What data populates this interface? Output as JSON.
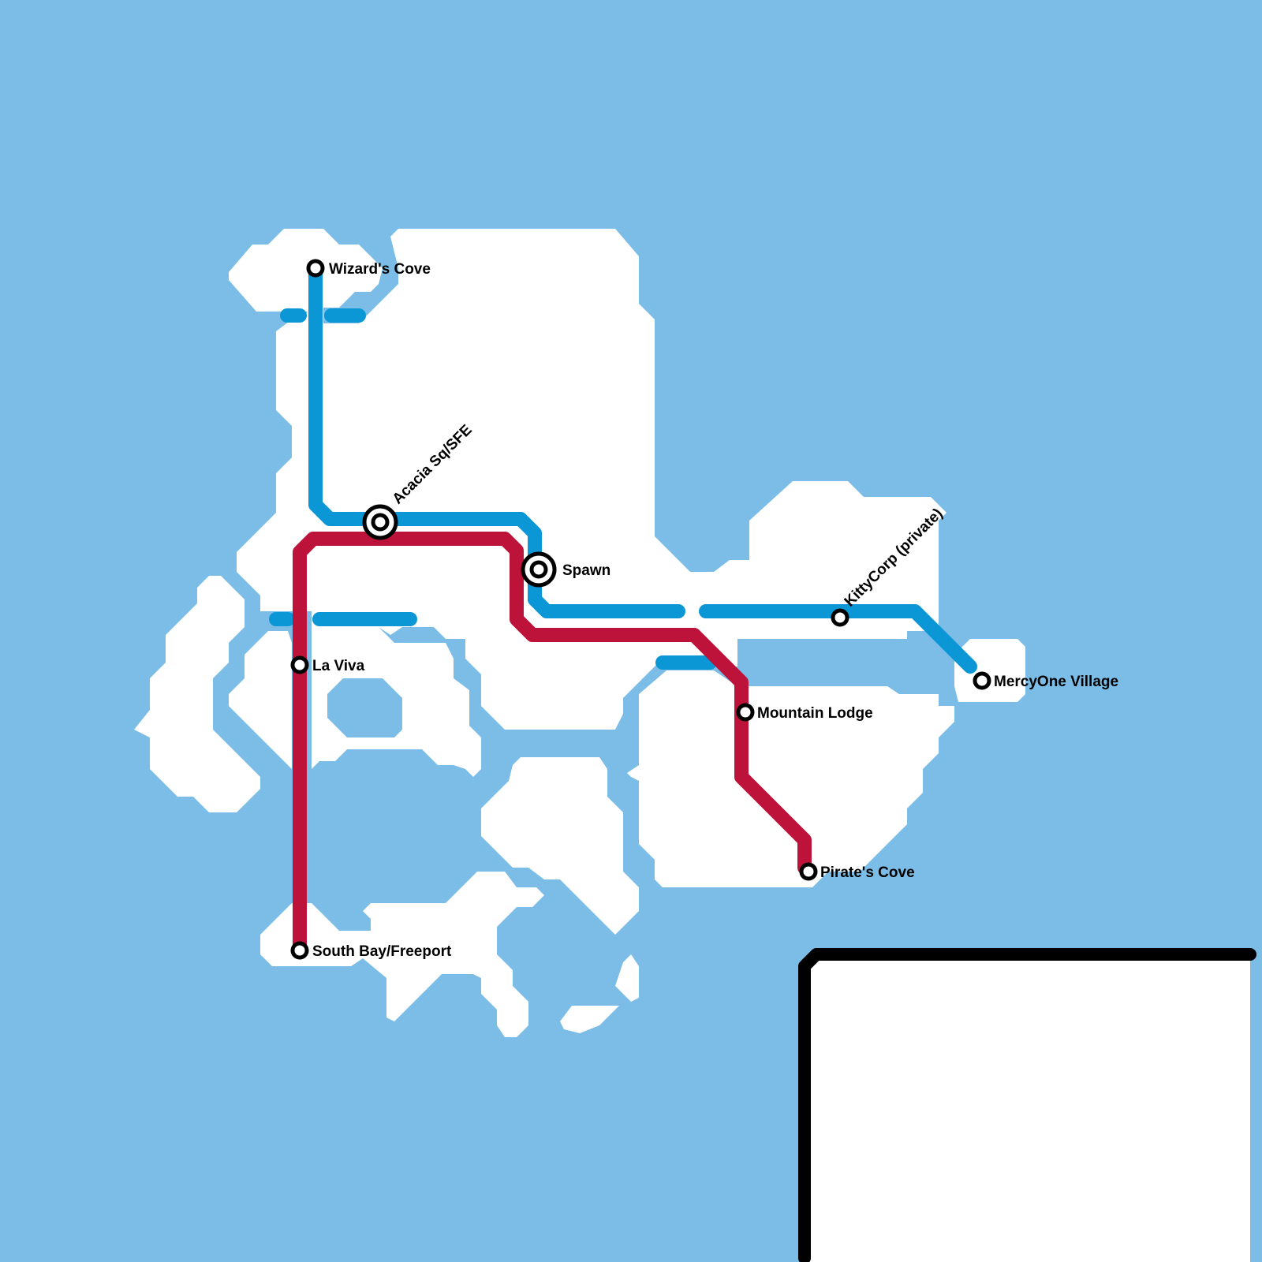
{
  "map": {
    "colors": {
      "water": "#7bbde7",
      "land": "#ffffff",
      "blue_line": "#0b96d6",
      "red_line": "#bd1239",
      "border": "#000000"
    },
    "lines": [
      {
        "id": "blue",
        "color": "#0b96d6"
      },
      {
        "id": "red",
        "color": "#bd1239"
      }
    ],
    "stations": {
      "wizards_cove": {
        "name": "Wizard's Cove",
        "type": "stop"
      },
      "acacia": {
        "name": "Acacia Sq/SFE",
        "type": "interchange"
      },
      "spawn": {
        "name": "Spawn",
        "type": "interchange"
      },
      "la_viva": {
        "name": "La Viva",
        "type": "stop"
      },
      "south_bay": {
        "name": "South Bay/Freeport",
        "type": "stop"
      },
      "mountain_lodge": {
        "name": "Mountain Lodge",
        "type": "stop"
      },
      "pirates_cove": {
        "name": "Pirate's Cove",
        "type": "stop"
      },
      "kittycorp": {
        "name": "KittyCorp (private)",
        "type": "stop"
      },
      "mercyone": {
        "name": "MercyOne Village",
        "type": "stop"
      }
    }
  }
}
